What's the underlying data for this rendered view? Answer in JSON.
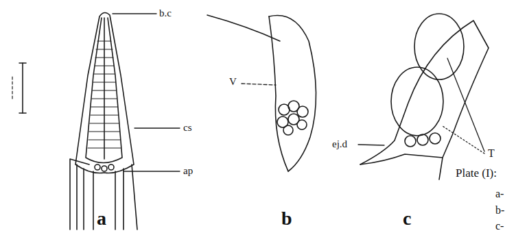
{
  "diagram": {
    "labels": [
      "b.c",
      "cs",
      "ap",
      "a",
      "V",
      "b",
      "ej.d",
      "T",
      "c",
      "Plate (I):",
      "a-",
      "b-",
      "c-"
    ]
  }
}
